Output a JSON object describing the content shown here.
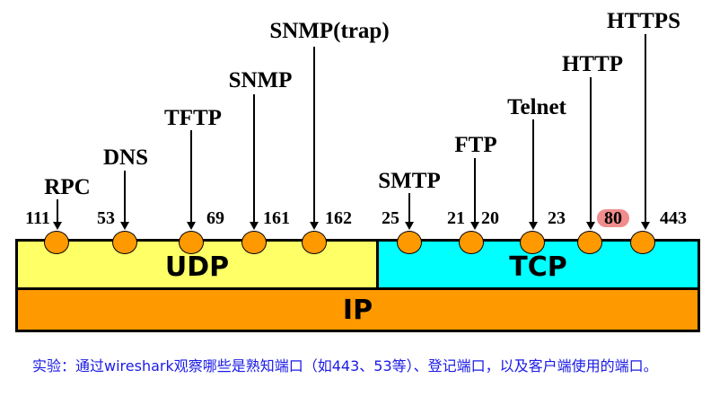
{
  "protocols": [
    {
      "name": "RPC",
      "port": "111"
    },
    {
      "name": "DNS",
      "port": "53"
    },
    {
      "name": "TFTP",
      "port": "69"
    },
    {
      "name": "SNMP",
      "port": "161"
    },
    {
      "name": "SNMP(trap)",
      "port": "162"
    },
    {
      "name": "SMTP",
      "port": "25"
    },
    {
      "name": "FTP",
      "port": "21",
      "port2": "20"
    },
    {
      "name": "Telnet",
      "port": "23"
    },
    {
      "name": "HTTP",
      "port": "80"
    },
    {
      "name": "HTTPS",
      "port": "443"
    }
  ],
  "layers": {
    "udp": "UDP",
    "tcp": "TCP",
    "ip": "IP"
  },
  "colors": {
    "udp": "#ffff66",
    "tcp": "#00ffff",
    "ip": "#ff9900",
    "port": "#ff9900",
    "highlight": "#f08c8c",
    "note": "#1a1ae6"
  },
  "note": "实验：通过wireshark观察哪些是熟知端口（如443、53等）、登记端口，以及客户端使用的端口。"
}
